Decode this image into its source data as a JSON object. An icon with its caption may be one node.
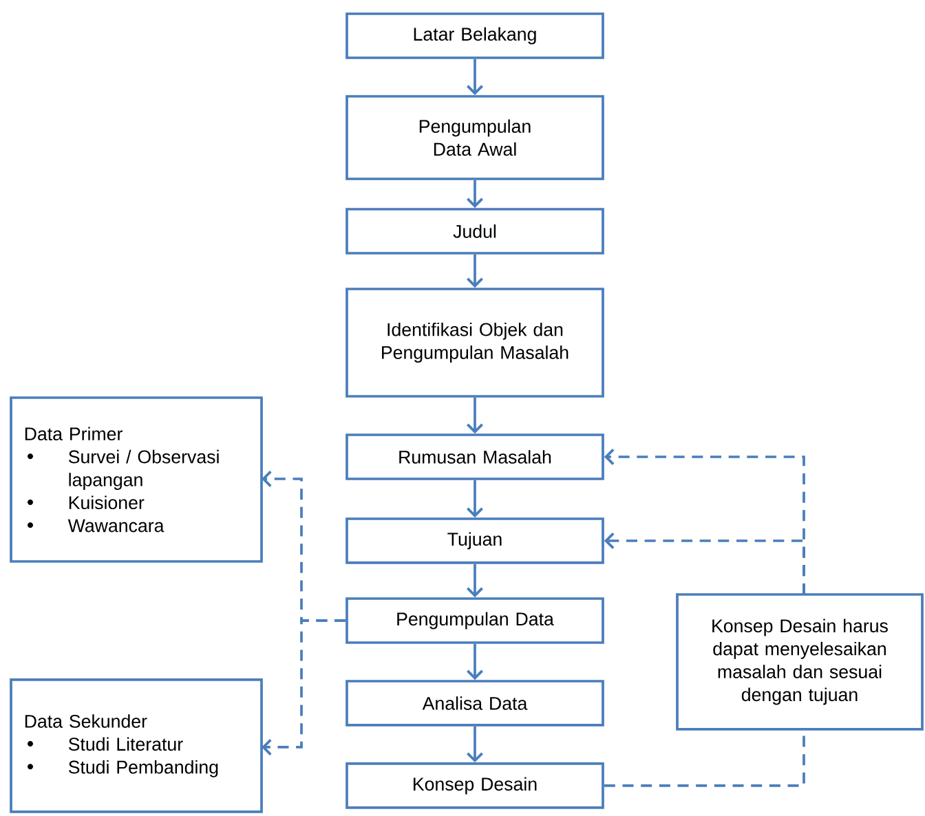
{
  "diagram": {
    "nodes": [
      {
        "text": [
          "Latar Belakang"
        ]
      },
      {
        "text": [
          "Pengumpulan Data Awal"
        ]
      },
      {
        "text": [
          "Judul"
        ]
      },
      {
        "text": [
          "Identifikasi Objek dan Pengumpulan Masalah"
        ]
      },
      {
        "text": [
          "Rumusan Masalah"
        ]
      },
      {
        "text": [
          "Tujuan"
        ]
      },
      {
        "text": [
          "Pengumpulan Data"
        ]
      },
      {
        "text": [
          "Analisa Data"
        ]
      },
      {
        "text": [
          "Konsep Desain"
        ]
      },
      {
        "text": [
          "Data Primer",
          "Survei / Observasi lapangan",
          "Kuisioner",
          "Wawancara"
        ]
      },
      {
        "text": [
          "Data Sekunder",
          "Studi Literatur",
          "Studi Pembanding"
        ]
      },
      {
        "text": [
          "Konsep Desain harus dapat menyelesaikan masalah dan sesuai dengan tujuan"
        ]
      }
    ],
    "edges": [
      {
        "from": 0,
        "to": 1,
        "arrow": "to"
      },
      {
        "from": 1,
        "to": 2,
        "arrow": "to"
      },
      {
        "from": 2,
        "to": 3,
        "arrow": "to"
      },
      {
        "from": 3,
        "to": 4,
        "arrow": "to"
      },
      {
        "from": 4,
        "to": 5,
        "arrow": "to"
      },
      {
        "from": 5,
        "to": 6,
        "arrow": "to"
      },
      {
        "from": 6,
        "to": 7,
        "arrow": "to"
      },
      {
        "from": 7,
        "to": 8,
        "arrow": "to"
      },
      {
        "from": 6,
        "to": 9,
        "arrow": "to",
        "style": "dashed"
      },
      {
        "from": 6,
        "to": 10,
        "arrow": "to",
        "style": "dashed"
      },
      {
        "from": 8,
        "to": 11,
        "arrow": "none",
        "style": "dashed"
      },
      {
        "from": 11,
        "to": 4,
        "arrow": "to",
        "style": "dashed"
      },
      {
        "from": 11,
        "to": 5,
        "arrow": "to",
        "style": "dashed"
      }
    ]
  }
}
